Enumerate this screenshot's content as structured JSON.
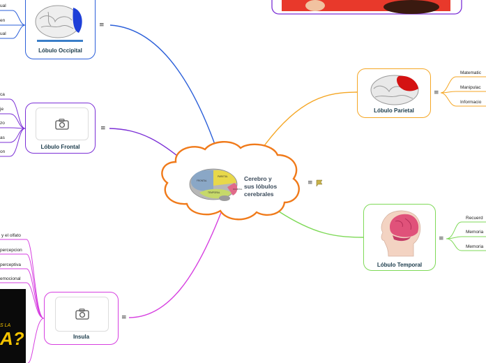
{
  "central": {
    "title_lines": [
      "Cerebro y",
      "sus lóbulos",
      "cerebrales"
    ],
    "brain_labels": [
      "FRONTAL",
      "PARIETAL",
      "TEMPORAL",
      "OCCIPITAL"
    ]
  },
  "nodes": {
    "occipital": {
      "title": "Lóbulo Occipital",
      "leaves": [
        "ual",
        "en",
        "ual"
      ]
    },
    "frontal": {
      "title": "Lóbulo Frontal",
      "leaves": [
        "ca",
        "je",
        "zo",
        "as",
        "on"
      ]
    },
    "parietal": {
      "title": "Lóbulo Parietal",
      "leaves": [
        "Matematic",
        "Manipulac",
        "Informacio"
      ]
    },
    "temporal": {
      "title": "Lóbulo Temporal",
      "leaves": [
        "Recuerd",
        "Memoria",
        "Memoria"
      ]
    },
    "insula": {
      "title": "Insula",
      "leaves": [
        "y el olfato",
        "percepcion",
        "perceptiva",
        "emocional"
      ]
    }
  },
  "video": {
    "text_small": "S LA",
    "text_big": "A?"
  },
  "colors": {
    "occipital": "#2b5fd9",
    "frontal": "#7b2fd6",
    "parietal": "#f5a623",
    "temporal": "#7ed957",
    "insula": "#d63fe0",
    "central": "#f07a1a"
  }
}
